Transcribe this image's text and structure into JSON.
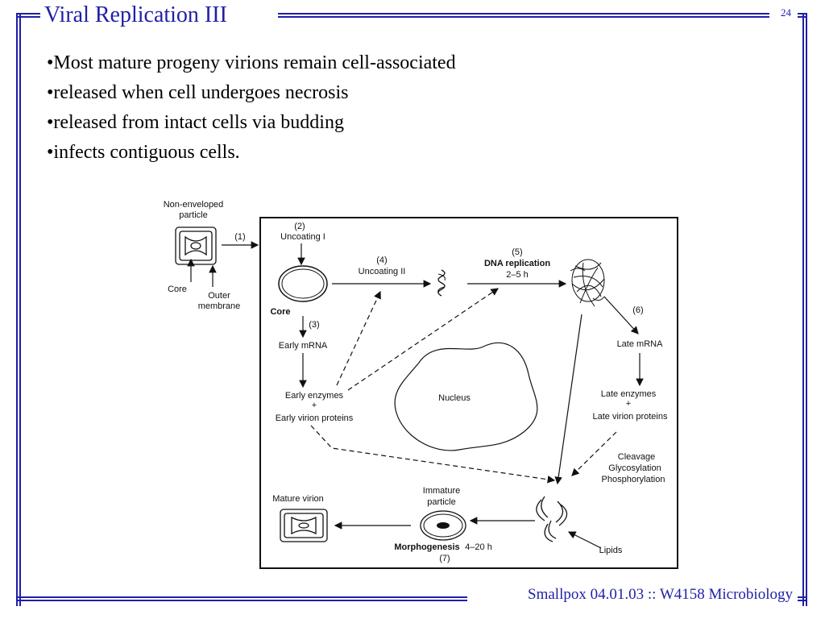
{
  "slide": {
    "title": "Viral Replication III",
    "page_number": "24",
    "bullets": [
      "•Most mature progeny virions remain cell-associated",
      "•released when cell undergoes necrosis",
      "•released from intact cells via budding",
      "•infects contiguous cells."
    ],
    "footer": "Smallpox 04.01.03 :: W4158 Microbiology"
  },
  "diagram": {
    "non_enveloped_particle_1": "Non-enveloped",
    "non_enveloped_particle_2": "particle",
    "step1": "(1)",
    "core_label": "Core",
    "outer_membrane_1": "Outer",
    "outer_membrane_2": "membrane",
    "step2": "(2)",
    "uncoating1": "Uncoating I",
    "core_label2": "Core",
    "step3": "(3)",
    "early_mrna": "Early mRNA",
    "early_enzymes": "Early enzymes",
    "plus1": "+",
    "early_virion_proteins": "Early virion proteins",
    "step4": "(4)",
    "uncoating2": "Uncoating II",
    "step5": "(5)",
    "dna_replication": "DNA replication",
    "dna_time": "2–5 h",
    "step6": "(6)",
    "late_mrna": "Late mRNA",
    "late_enzymes": "Late enzymes",
    "plus2": "+",
    "late_virion_proteins": "Late virion proteins",
    "cleavage": "Cleavage",
    "glycosylation": "Glycosylation",
    "phosphorylation": "Phosphorylation",
    "nucleus": "Nucleus",
    "mature_virion": "Mature virion",
    "immature_1": "Immature",
    "immature_2": "particle",
    "morphogenesis": "Morphogenesis",
    "morph_time": "4–20 h",
    "step7": "(7)",
    "lipids": "Lipids"
  }
}
